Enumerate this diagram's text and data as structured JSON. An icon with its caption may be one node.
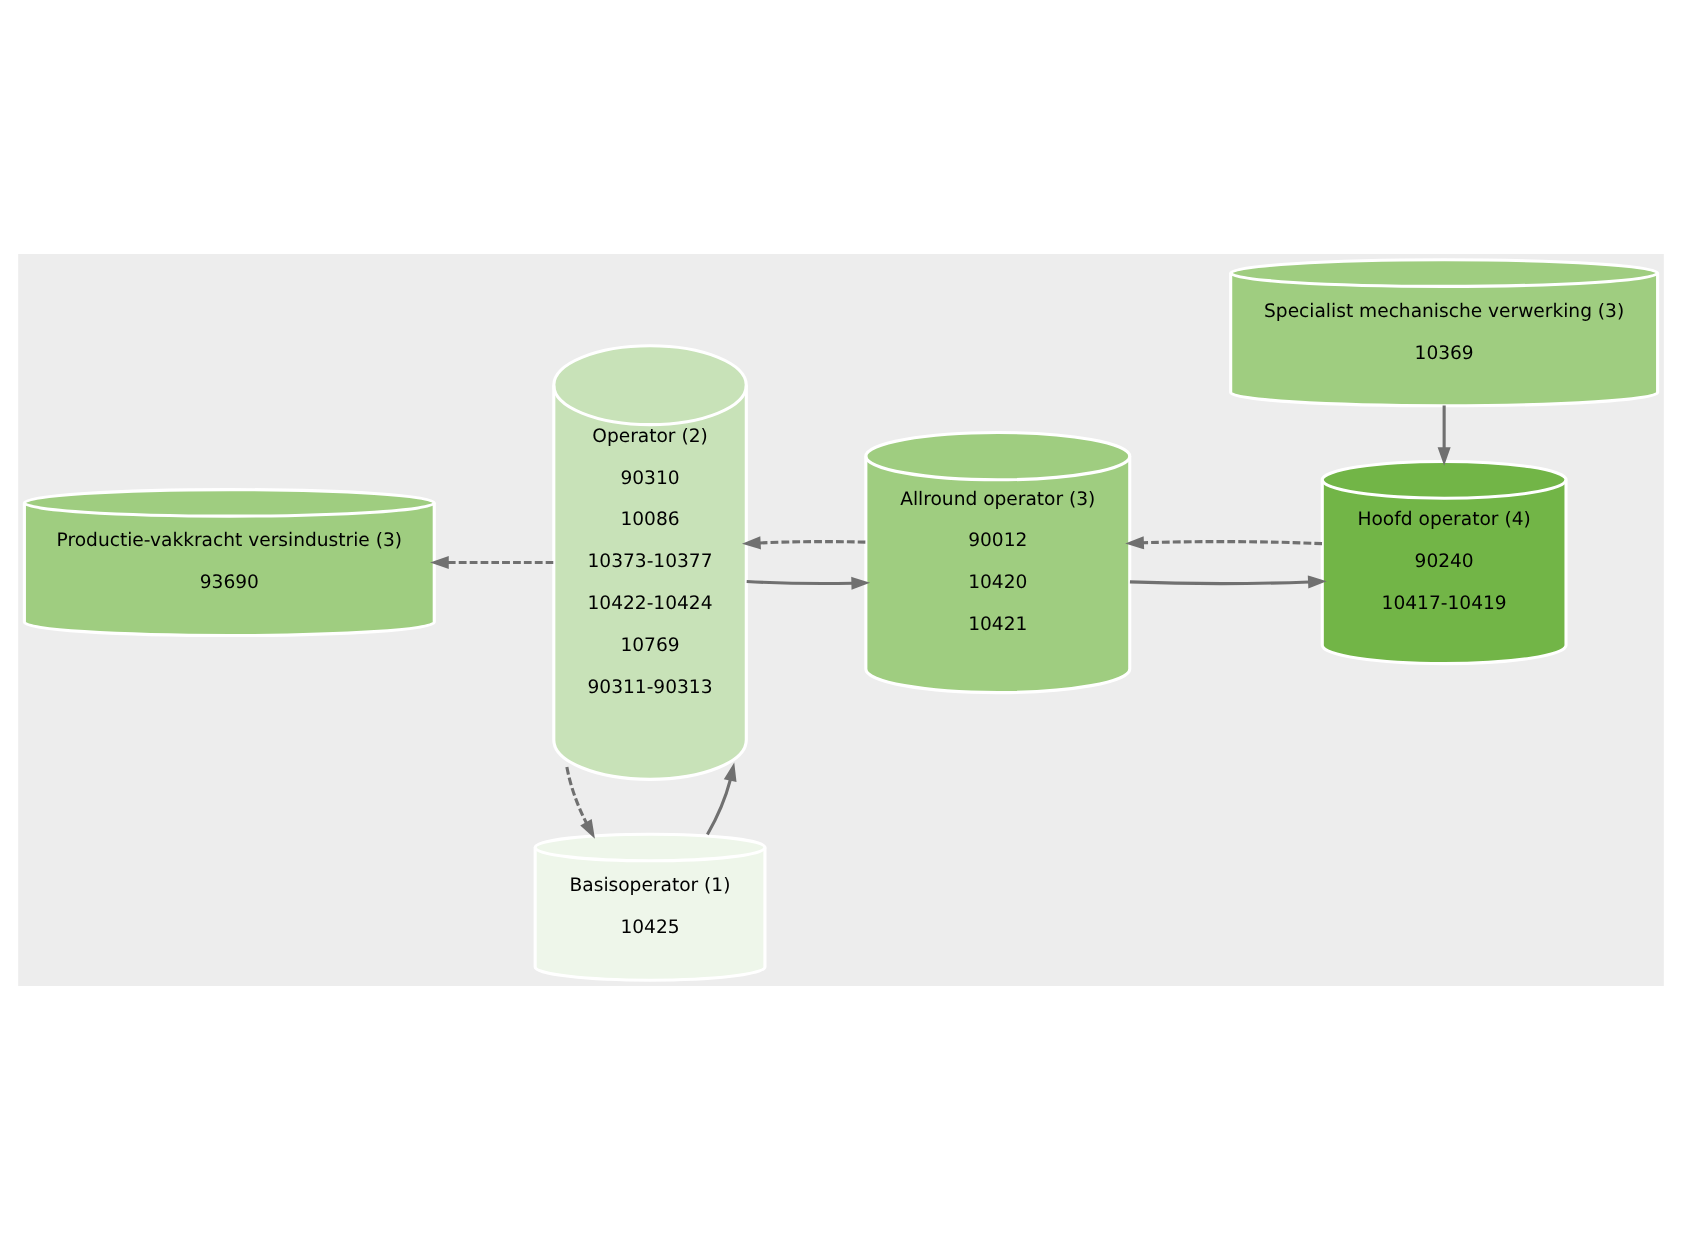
{
  "diagram": {
    "nodes": [
      {
        "text": [
          "Basisoperator (1)",
          "10425"
        ]
      },
      {
        "text": [
          "Operator (2)",
          "90310",
          "10086",
          "10373-10377",
          "10422-10424",
          "10769",
          "90311-90313"
        ]
      },
      {
        "text": [
          "Productie-vakkracht versindustrie (3)",
          "93690"
        ]
      },
      {
        "text": [
          "Allround operator (3)",
          "90012",
          "10420",
          "10421"
        ]
      },
      {
        "text": [
          "Hoofd operator (4)",
          "90240",
          "10417-10419"
        ]
      },
      {
        "text": [
          "Specialist mechanische verwerking (3)",
          "10369"
        ]
      }
    ],
    "edges": [
      {
        "from": 0,
        "to": 1,
        "arrow": "to"
      },
      {
        "from": 1,
        "to": 0,
        "arrow": "to",
        "style": "dashed"
      },
      {
        "from": 1,
        "to": 2,
        "arrow": "to",
        "style": "dashed"
      },
      {
        "from": 3,
        "to": 1,
        "arrow": "to",
        "style": "dashed"
      },
      {
        "from": 1,
        "to": 3,
        "arrow": "to"
      },
      {
        "from": 4,
        "to": 3,
        "arrow": "to",
        "style": "dashed"
      },
      {
        "from": 3,
        "to": 4,
        "arrow": "to"
      },
      {
        "from": 5,
        "to": 4,
        "arrow": "to"
      }
    ]
  }
}
